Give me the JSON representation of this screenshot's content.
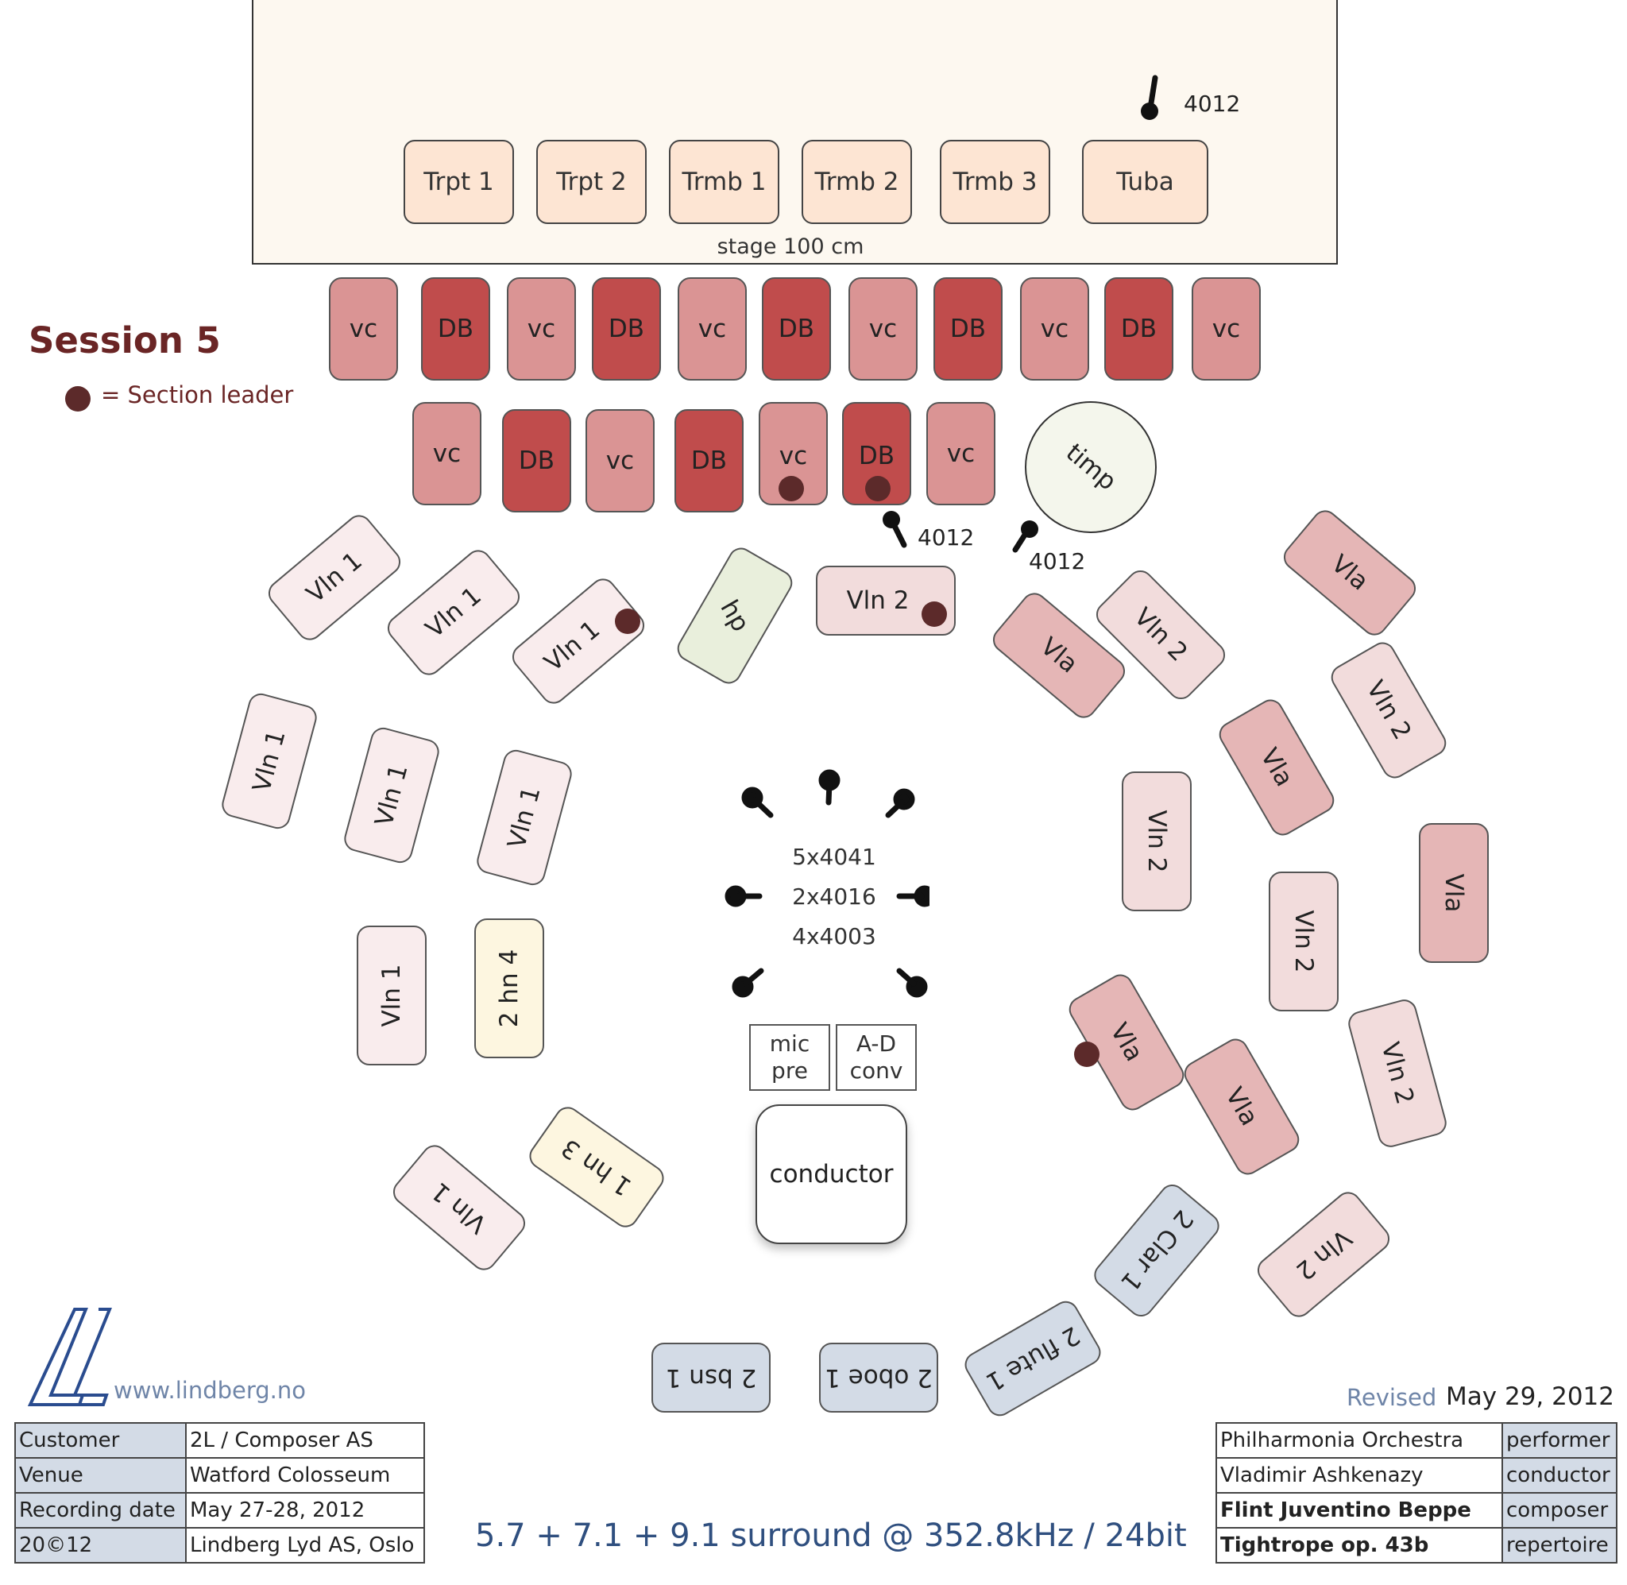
{
  "stage": {
    "caption": "stage 100 cm",
    "brass": [
      "Trpt 1",
      "Trpt 2",
      "Trmb 1",
      "Trmb 2",
      "Trmb 3",
      "Tuba"
    ],
    "mic_label": "4012"
  },
  "session": {
    "title": "Session 5",
    "legend": "= Section leader"
  },
  "labels": {
    "vc": "vc",
    "db": "DB",
    "vln1": "Vln 1",
    "vln2": "Vln 2",
    "vla": "Vla",
    "hp": "hp",
    "timp": "timp",
    "hn24": "2 hn 4",
    "hn13": "1 hn 3",
    "clar": "2 Clar 1",
    "flute": "2 flute 1",
    "oboe": "2 oboe 1",
    "bsn": "2 bsn 1"
  },
  "mics": {
    "spot_left": "4012",
    "spot_right": "4012"
  },
  "mic_array": {
    "lines": [
      "5x4041",
      "2x4016",
      "4x4003"
    ]
  },
  "equipment": {
    "mic_pre": [
      "mic",
      "pre"
    ],
    "ad_conv": [
      "A-D",
      "conv"
    ],
    "conductor": "conductor"
  },
  "logo": {
    "website": "www.lindberg.no"
  },
  "info_left": [
    {
      "label": "Customer",
      "value": "2L / Composer AS"
    },
    {
      "label": "Venue",
      "value": "Watford Colosseum"
    },
    {
      "label": "Recording date",
      "value": "May 27-28, 2012"
    },
    {
      "label": "20©12",
      "value": "Lindberg Lyd AS, Oslo"
    }
  ],
  "revised": {
    "label": "Revised",
    "date": "May 29, 2012"
  },
  "info_right": [
    {
      "value": "Philharmonia Orchestra",
      "role": "performer"
    },
    {
      "value": "Vladimir Ashkenazy",
      "role": "conductor"
    },
    {
      "value": "Flint Juventino Beppe",
      "role": "composer"
    },
    {
      "value": "Tightrope op. 43b",
      "role": "repertoire"
    }
  ],
  "format": "5.7 + 7.1 + 9.1 surround @  352.8kHz / 24bit",
  "colors": {
    "vc": "#da9494",
    "db": "#c04c4c",
    "vln1": "#f9eced",
    "vln2": "#f2dcdc",
    "vla": "#e5b6b6",
    "hp": "#e9efdc",
    "horn": "#fdf6e0",
    "woodwind": "#d3dbe6",
    "brass": "#fde5d3",
    "leader": "#5c2a2a",
    "title": "#6a2525"
  }
}
